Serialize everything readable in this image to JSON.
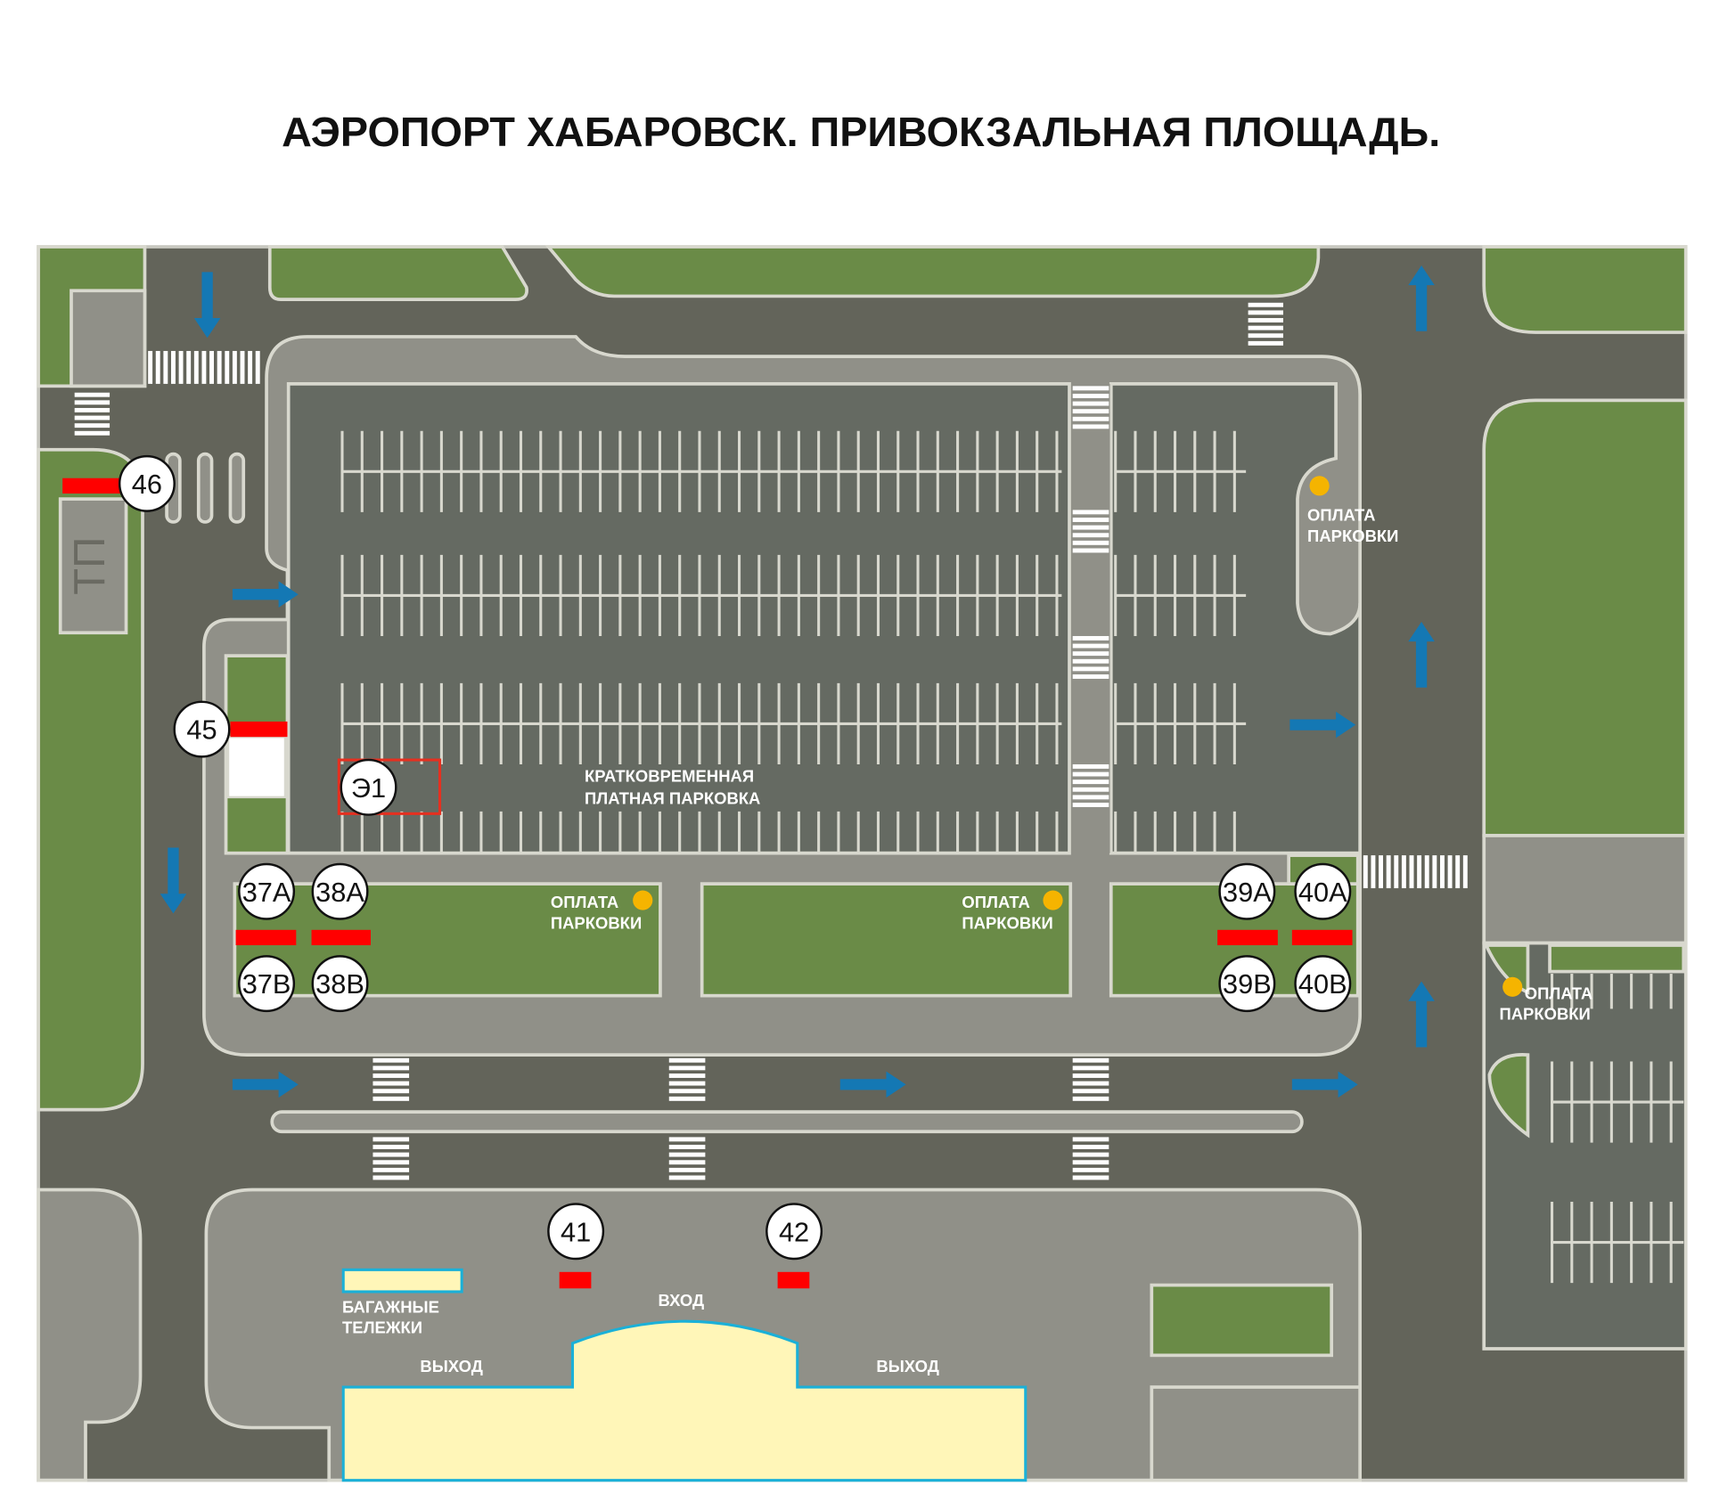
{
  "title": "АЭРОПОРТ ХАБАРОВСК. ПРИВОКЗАЛЬНАЯ ПЛОЩАДЬ.",
  "colors": {
    "road": "#63645a",
    "green": "#6a8b47",
    "sidewalk": "#909088",
    "lot": "#656a62",
    "stop": "#ff0000",
    "arrow": "#1478b4",
    "terminal": "#fff6b8",
    "terminal_outline": "#1ab0d8",
    "pay_dot": "#f5b400"
  },
  "labels": {
    "tp": "ТП",
    "short_parking_1": "КРАТКОВРЕМЕННАЯ",
    "short_parking_2": "ПЛАТНАЯ ПАРКОВКА",
    "pay_1": "ОПЛАТА",
    "pay_2": "ПАРКОВКИ",
    "baggage_1": "БАГАЖНЫЕ",
    "baggage_2": "ТЕЛЕЖКИ",
    "entrance": "ВХОД",
    "exit": "ВЫХОД"
  },
  "stops": [
    "46",
    "45",
    "Э1",
    "37А",
    "38А",
    "37В",
    "38В",
    "39А",
    "40А",
    "39В",
    "40В",
    "41",
    "42"
  ]
}
